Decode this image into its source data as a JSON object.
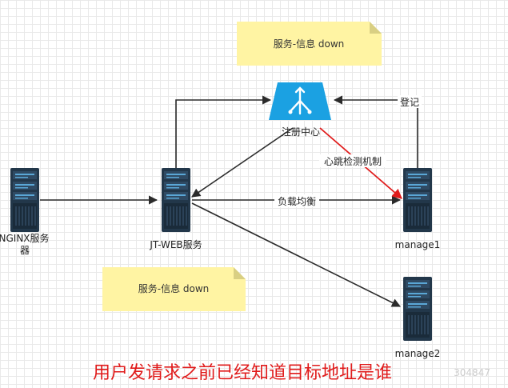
{
  "notes": [
    {
      "id": "note-top",
      "text": "服务-信息   down"
    },
    {
      "id": "note-bottom",
      "text": "服务-信息   down"
    }
  ],
  "nodes": {
    "nginx": {
      "label_line1": "NGINX服务",
      "label_line2": "器",
      "icon": "server-icon"
    },
    "jtweb": {
      "label": "JT-WEB服务",
      "icon": "server-icon"
    },
    "registry": {
      "label": "注册中心",
      "icon": "registry-icon"
    },
    "manage1": {
      "label": "manage1",
      "icon": "server-icon"
    },
    "manage2": {
      "label": "manage2",
      "icon": "server-icon"
    }
  },
  "edges": {
    "register": "登记",
    "heartbeat": "心跳检测机制",
    "load_balance": "负载均衡"
  },
  "caption": "用户发请求之前已经知道目标地址是谁",
  "watermark": "304847",
  "colors": {
    "note_fill": "#fff4a3",
    "note_fold": "#d9cf83",
    "server_dark": "#22374a",
    "server_mid": "#2f4a63",
    "server_light": "#5aa7d6",
    "registry_blue": "#1ba1e2",
    "edge_dark": "#2b2b2b",
    "edge_red": "#e01b1b",
    "caption_red": "#e01b1b"
  }
}
